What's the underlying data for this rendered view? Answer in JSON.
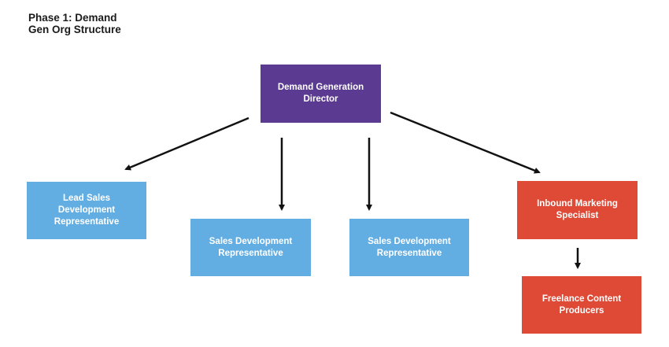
{
  "title": {
    "line1": "Phase 1: Demand",
    "line2": "Gen Org Structure"
  },
  "nodes": {
    "director": {
      "line1": "Demand Generation",
      "line2": "Director"
    },
    "lead_sdr": {
      "line1": "Lead Sales",
      "line2": "Development",
      "line3": "Representative"
    },
    "sdr_1": {
      "line1": "Sales Development",
      "line2": "Representative"
    },
    "sdr_2": {
      "line1": "Sales Development",
      "line2": "Representative"
    },
    "inbound": {
      "line1": "Inbound Marketing",
      "line2": "Specialist"
    },
    "freelance": {
      "line1": "Freelance Content",
      "line2": "Producers"
    }
  },
  "colors": {
    "director": "#5b3a91",
    "sdr": "#62aee3",
    "marketing": "#df4a36",
    "arrow": "#111111"
  }
}
